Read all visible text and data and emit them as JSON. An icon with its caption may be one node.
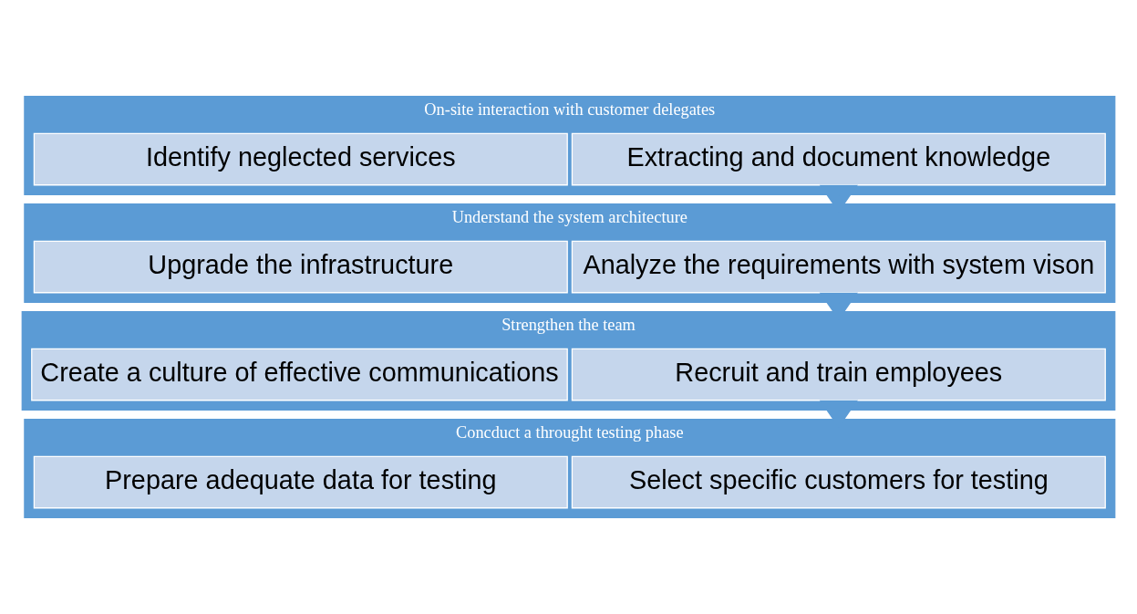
{
  "diagram": {
    "nodes": [
      {
        "text": [
          "On-site interaction with customer delegates"
        ]
      },
      {
        "text": [
          "Extracting and document knowledge"
        ],
        "in": 0
      },
      {
        "text": [
          "Identify neglected services"
        ],
        "in": 0
      },
      {
        "text": [
          "Understand the system architecture"
        ]
      },
      {
        "text": [
          "Analyze the requirements with system vison"
        ],
        "in": 3
      },
      {
        "text": [
          "Upgrade the infrastructure"
        ],
        "in": 3
      },
      {
        "text": [
          "Strengthen the team"
        ]
      },
      {
        "text": [
          "Recruit and train employees"
        ],
        "in": 6
      },
      {
        "text": [
          "Create a culture of effective communications"
        ],
        "in": 6
      },
      {
        "text": [
          "Concduct a throught testing phase"
        ]
      },
      {
        "text": [
          "Select specific customers for testing"
        ],
        "in": 9
      },
      {
        "text": [
          "Prepare adequate data for testing"
        ],
        "in": 9
      }
    ],
    "edges": [
      {
        "from": 0,
        "to": 3,
        "arrow": "to"
      },
      {
        "from": 3,
        "to": 6,
        "arrow": "to"
      },
      {
        "from": 6,
        "to": 9,
        "arrow": "to"
      }
    ]
  }
}
